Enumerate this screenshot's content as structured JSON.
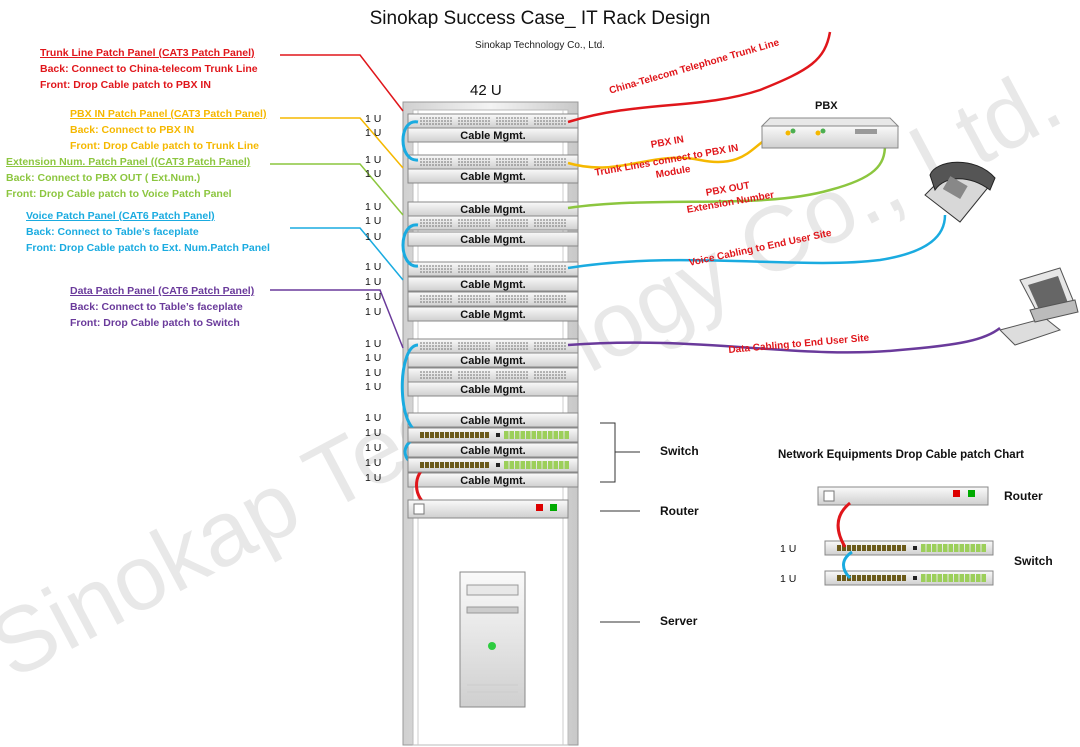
{
  "title": "Sinokap Success Case_ IT Rack Design",
  "subtitle": "Sinokap Technology Co., Ltd.",
  "watermark": "Sinokap Technology Co., Ltd.",
  "rack_label": "42 U",
  "u_label": "1 U",
  "cable_mgmt_label": "Cable Mgmt.",
  "colors": {
    "trunk": "#e0161b",
    "pbx_in": "#f5b800",
    "ext": "#8cc63f",
    "voice": "#1aabe0",
    "data": "#6a3a9b",
    "router_cable": "#e0161b"
  },
  "notes": [
    {
      "heading": "Trunk Line Patch Panel (CAT3 Patch Panel)",
      "back": "Back: Connect to China-telecom Trunk Line",
      "front": "Front: Drop Cable patch to PBX IN",
      "color": "#e0161b"
    },
    {
      "heading": "PBX IN Patch Panel (CAT3 Patch Panel)",
      "back": "Back: Connect to PBX IN",
      "front": "Front: Drop Cable patch to Trunk Line",
      "color": "#f5b800"
    },
    {
      "heading": "Extension Num. Patch Panel ((CAT3 Patch Panel)",
      "back": "Back: Connect to PBX OUT ( Ext.Num.)",
      "front": "Front: Drop Cable patch to Voice Patch Panel",
      "color": "#8cc63f"
    },
    {
      "heading": "Voice Patch Panel (CAT6 Patch Panel)",
      "back": "Back: Connect to Table’s faceplate",
      "front": "Front: Drop Cable patch to Ext. Num.Patch Panel",
      "color": "#1aabe0"
    },
    {
      "heading": "Data Patch Panel (CAT6 Patch Panel)",
      "back": "Back: Connect to Table’s faceplate",
      "front": "Front: Drop Cable patch to Switch",
      "color": "#6a3a9b"
    }
  ],
  "side_labels": {
    "switch": "Switch",
    "router": "Router",
    "server": "Server"
  },
  "devices": {
    "pbx": "PBX"
  },
  "cable_labels": {
    "trunk": "China-Telecom Telephone Trunk Line",
    "pbx_in_1": "PBX IN",
    "pbx_in_2": "Trunk Lines connect to PBX IN",
    "pbx_in_3": "Module",
    "pbx_out_1": "PBX OUT",
    "pbx_out_2": "Extension Number",
    "voice": "Voice Cabling to End User Site",
    "data": "Data Cabling to End User Site"
  },
  "chart": {
    "title": "Network Equipments Drop Cable patch Chart",
    "router": "Router",
    "switch": "Switch",
    "u_label": "1 U"
  }
}
